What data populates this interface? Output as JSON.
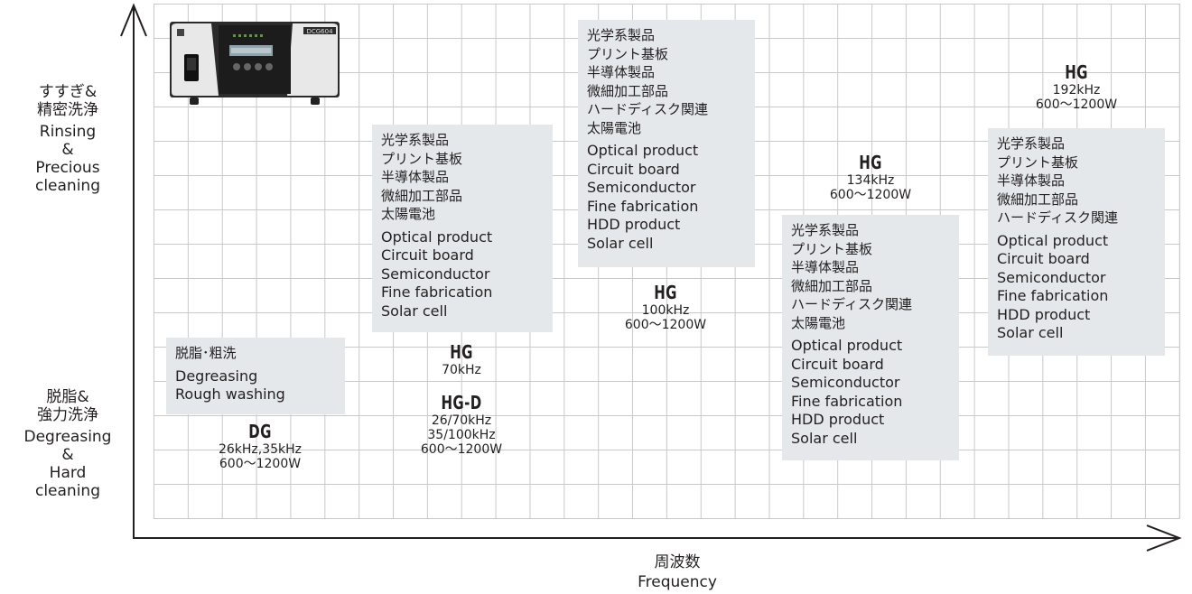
{
  "axes": {
    "y_top": [
      "すすぎ&",
      "精密洗浄",
      "Rinsing",
      "&",
      "Precious",
      "cleaning"
    ],
    "y_bottom": [
      "脱脂&",
      "強力洗浄",
      "Degreasing",
      "&",
      "Hard",
      "cleaning"
    ],
    "x": [
      "周波数",
      "Frequency"
    ]
  },
  "device": {
    "badge": "DCG604"
  },
  "boxes": [
    {
      "jp": [
        "脱脂･粗洗"
      ],
      "en": [
        "Degreasing",
        "Rough washing"
      ]
    },
    {
      "jp": [
        "光学系製品",
        "プリント基板",
        "半導体製品",
        "微細加工部品",
        "太陽電池"
      ],
      "en": [
        "Optical product",
        "Circuit board",
        "Semiconductor",
        "Fine fabrication",
        "Solar cell"
      ]
    },
    {
      "jp": [
        "光学系製品",
        "プリント基板",
        "半導体製品",
        "微細加工部品",
        "ハードディスク関連",
        "太陽電池"
      ],
      "en": [
        "Optical product",
        "Circuit board",
        "Semiconductor",
        "Fine fabrication",
        "HDD product",
        "Solar cell"
      ]
    },
    {
      "jp": [
        "光学系製品",
        "プリント基板",
        "半導体製品",
        "微細加工部品",
        "ハードディスク関連",
        "太陽電池"
      ],
      "en": [
        "Optical product",
        "Circuit board",
        "Semiconductor",
        "Fine fabrication",
        "HDD product",
        "Solar cell"
      ]
    },
    {
      "jp": [
        "光学系製品",
        "プリント基板",
        "半導体製品",
        "微細加工部品",
        "ハードディスク関連"
      ],
      "en": [
        "Optical product",
        "Circuit board",
        "Semiconductor",
        "Fine fabrication",
        "HDD product",
        "Solar cell"
      ]
    }
  ],
  "products": [
    {
      "name": "DG",
      "spec": [
        "26kHz,35kHz",
        "600～1200W"
      ]
    },
    {
      "name": "HG",
      "spec": [
        "70kHz"
      ]
    },
    {
      "name": "HG-D",
      "spec": [
        "26/70kHz",
        "35/100kHz",
        "600～1200W"
      ]
    },
    {
      "name": "HG",
      "spec": [
        "100kHz",
        "600～1200W"
      ]
    },
    {
      "name": "HG",
      "spec": [
        "134kHz",
        "600～1200W"
      ]
    },
    {
      "name": "HG",
      "spec": [
        "192kHz",
        "600～1200W"
      ]
    }
  ]
}
